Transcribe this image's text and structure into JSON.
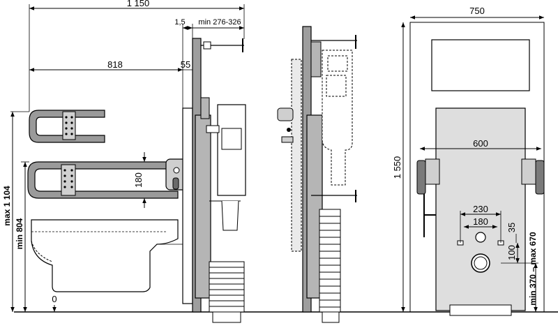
{
  "dimensions": {
    "total_depth": "1 150",
    "plate_gap": "1,5",
    "frame_depth": "min 276-326",
    "rail_length": "818",
    "rail_offset": "55",
    "rail_spacing": "180",
    "max_rail_height": "max 1 104",
    "min_rail_height": "min 804",
    "floor_zero": "0",
    "frame_width": "750",
    "frame_height": "1 550",
    "rail_distance": "600",
    "bolt_spacing_outer": "230",
    "bolt_spacing_inner": "180",
    "bolt_vertical": "35",
    "drain_vertical": "100",
    "drain_height": "min 370 – max 670"
  },
  "colors": {
    "line": "#000000",
    "frame_fill": "#bdbdbd",
    "panel_fill": "#dedede",
    "dark_fill": "#7a7a7a",
    "white": "#ffffff"
  }
}
